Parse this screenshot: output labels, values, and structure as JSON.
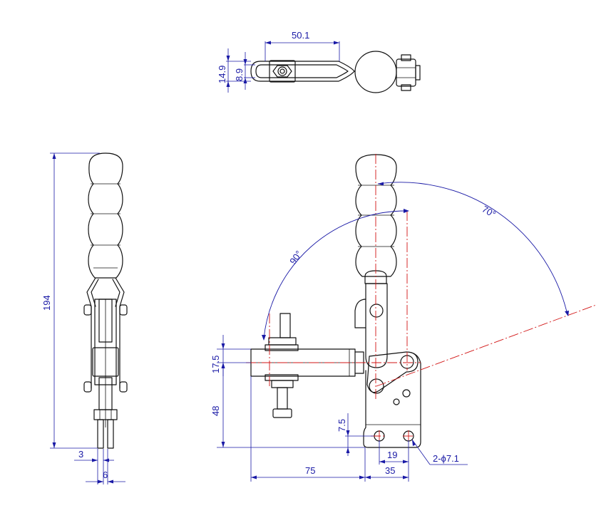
{
  "dimensions": {
    "top_view": {
      "width": "50.1",
      "height_outer": "14.9",
      "height_inner": "8.9"
    },
    "side_view": {
      "total_height": "194",
      "offset": "3",
      "width": "6"
    },
    "front_view": {
      "bar_height": "17.5",
      "base_height": "48",
      "hole_offset": "7.5",
      "hole_spacing": "19",
      "base_length": "35",
      "reach": "75",
      "holes": "2-ϕ7.1",
      "angle_open": "90°",
      "angle_handle": "70°"
    }
  },
  "colors": {
    "outline": "#111111",
    "dimension": "#1a1aa6",
    "centerline": "#d21414"
  }
}
